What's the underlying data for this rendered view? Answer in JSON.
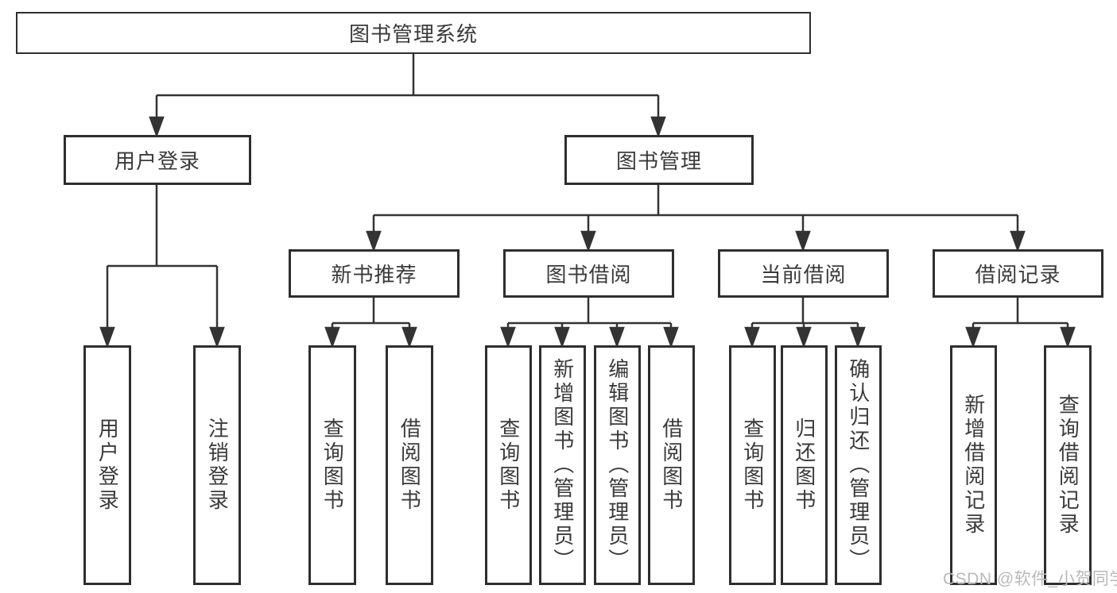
{
  "diagram": {
    "title": "图书管理系统",
    "root": {
      "label": "图书管理系统"
    },
    "branches": [
      {
        "label": "用户登录"
      },
      {
        "label": "图书管理"
      }
    ],
    "modules": [
      {
        "label": "新书推荐"
      },
      {
        "label": "图书借阅"
      },
      {
        "label": "当前借阅"
      },
      {
        "label": "借阅记录"
      }
    ],
    "leaves": [
      {
        "label": "用户登录",
        "parent": "用户登录"
      },
      {
        "label": "注销登录",
        "parent": "用户登录"
      },
      {
        "label": "查询图书",
        "parent": "新书推荐"
      },
      {
        "label": "借阅图书",
        "parent": "新书推荐"
      },
      {
        "label": "查询图书",
        "parent": "图书借阅"
      },
      {
        "label": "新增图书（管理员）",
        "parent": "图书借阅"
      },
      {
        "label": "编辑图书（管理员）",
        "parent": "图书借阅"
      },
      {
        "label": "借阅图书",
        "parent": "图书借阅"
      },
      {
        "label": "查询图书",
        "parent": "当前借阅"
      },
      {
        "label": "归还图书",
        "parent": "当前借阅"
      },
      {
        "label": "确认归还（管理员）",
        "parent": "当前借阅"
      },
      {
        "label": "新增借阅记录",
        "parent": "借阅记录"
      },
      {
        "label": "查询借阅记录",
        "parent": "借阅记录"
      }
    ],
    "colors": {
      "line": "#333333",
      "border": "#2e2e2e",
      "text": "#3a3a3a",
      "background": "#ffffff",
      "watermark": "#b9b9b9"
    }
  },
  "watermark": {
    "text": "CSDN @软件_小贺同学"
  }
}
